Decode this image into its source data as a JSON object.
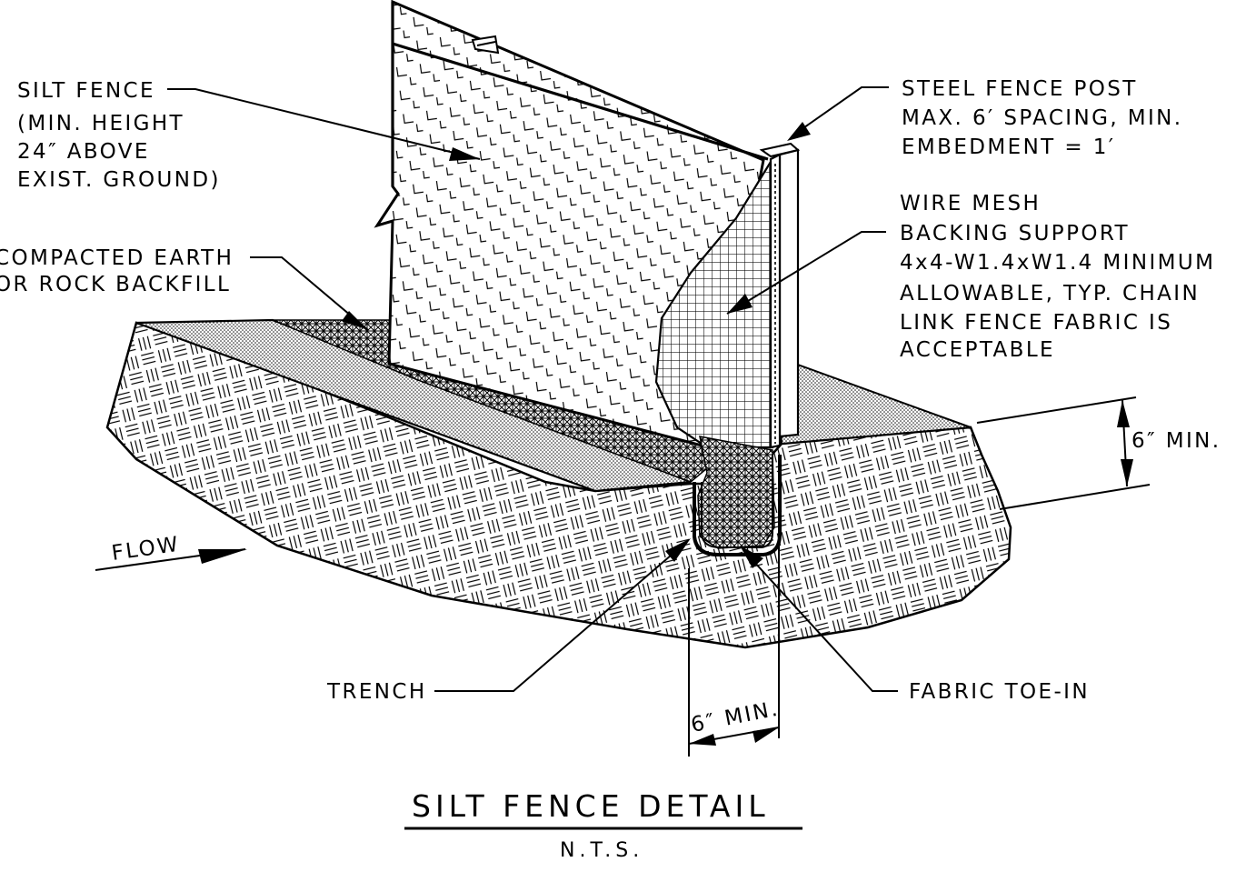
{
  "labels": {
    "silt_fence": [
      "SILT FENCE",
      "(MIN. HEIGHT",
      "24″ ABOVE",
      "EXIST. GROUND)"
    ],
    "backfill": [
      "COMPACTED EARTH",
      "OR ROCK BACKFILL"
    ],
    "steel_post": [
      "STEEL FENCE POST",
      "MAX. 6′ SPACING, MIN.",
      "EMBEDMENT = 1′"
    ],
    "wire_mesh": [
      "WIRE MESH",
      "BACKING SUPPORT",
      "4x4-W1.4xW1.4 MINIMUM",
      "ALLOWABLE, TYP. CHAIN",
      "LINK FENCE FABRIC IS",
      "ACCEPTABLE"
    ],
    "depth_dim": "6″ MIN.",
    "width_dim": "6″ MIN.",
    "flow": "FLOW",
    "trench": "TRENCH",
    "toe_in": "FABRIC TOE-IN"
  },
  "title": {
    "main": "SILT FENCE DETAIL",
    "scale": "N.T.S."
  }
}
